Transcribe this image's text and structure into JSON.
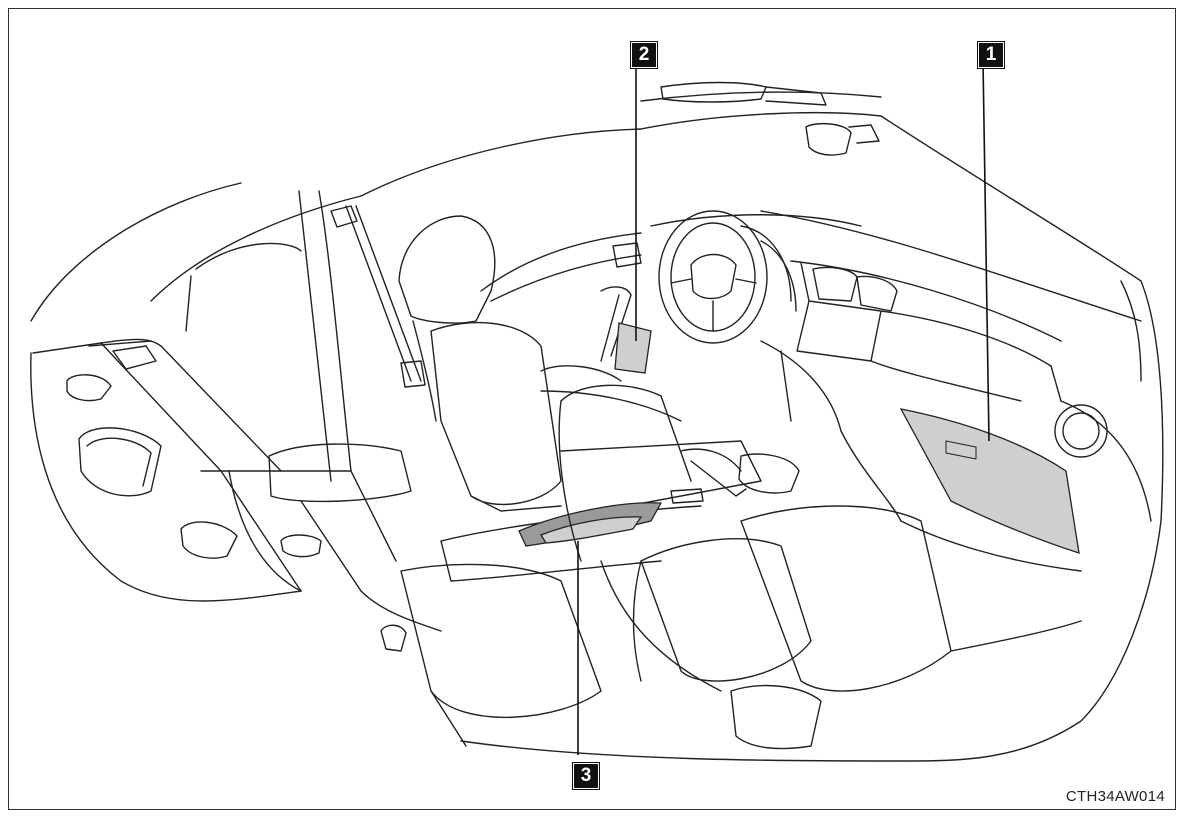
{
  "diagram": {
    "callouts": [
      {
        "id": "1",
        "label": "1"
      },
      {
        "id": "2",
        "label": "2"
      },
      {
        "id": "3",
        "label": "3"
      }
    ],
    "figure_code": "CTH34AW014",
    "colors": {
      "line": "#222222",
      "highlight": "#cfcfcf",
      "callout_bg": "#111111",
      "callout_text": "#ffffff"
    }
  }
}
